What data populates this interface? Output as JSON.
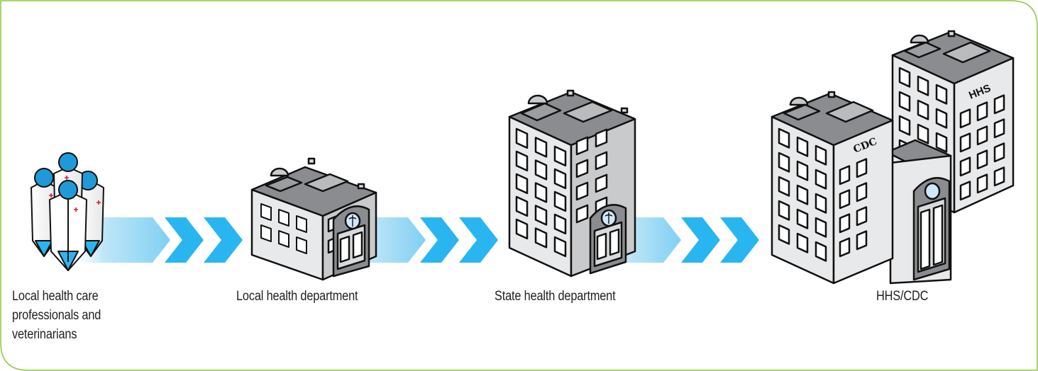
{
  "stages": [
    {
      "id": "local-professionals",
      "label": "Local health care\nprofessionals and\nveterinarians"
    },
    {
      "id": "local-dept",
      "label": "Local health department"
    },
    {
      "id": "state-dept",
      "label": "State health department"
    },
    {
      "id": "hhs-cdc",
      "label": "HHS/CDC"
    }
  ],
  "building_signs": {
    "cdc": "CDC",
    "hhs": "HHS"
  },
  "colors": {
    "frame_border": "#8dc63f",
    "arrow_blue": "#29b6f0",
    "arrow_gradient_start": "#a9dcf5",
    "building_face": "#e8e9ea",
    "building_side": "#c9cacc",
    "roof": "#8a8c8f",
    "person_head": "#1f9ad8"
  }
}
